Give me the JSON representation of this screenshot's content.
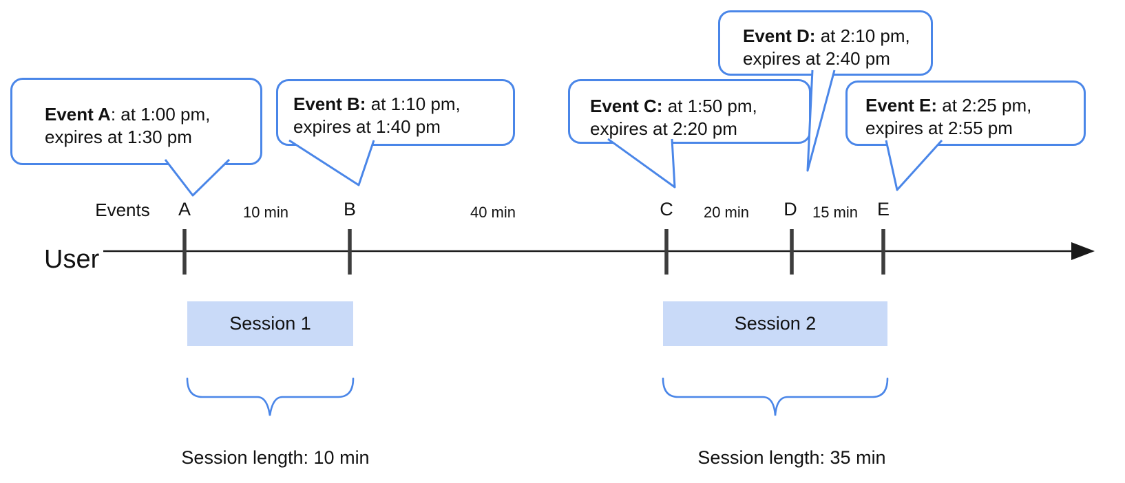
{
  "bubbles": [
    {
      "event": "A",
      "bold": "Event A",
      "rest": ": at 1:00 pm,",
      "line2": "expires at 1:30 pm"
    },
    {
      "event": "B",
      "bold": "Event B:",
      "rest": " at 1:10 pm,",
      "line2": "expires at 1:40 pm"
    },
    {
      "event": "C",
      "bold": "Event C:",
      "rest": " at 1:50 pm,",
      "line2": "expires at 2:20 pm"
    },
    {
      "event": "D",
      "bold": "Event D:",
      "rest": " at 2:10 pm,",
      "line2": "expires at 2:40 pm"
    },
    {
      "event": "E",
      "bold": "Event E:",
      "rest": " at 2:25 pm,",
      "line2": "expires at 2:55 pm"
    }
  ],
  "timeline": {
    "events_label": "Events",
    "user_label": "User",
    "ticks": [
      {
        "label": "A"
      },
      {
        "label": "B"
      },
      {
        "label": "C"
      },
      {
        "label": "D"
      },
      {
        "label": "E"
      }
    ],
    "intervals": [
      {
        "label": "10 min"
      },
      {
        "label": "40 min"
      },
      {
        "label": "20 min"
      },
      {
        "label": "15 min"
      }
    ]
  },
  "sessions": [
    {
      "label": "Session 1",
      "length_label": "Session length: 10 min"
    },
    {
      "label": "Session 2",
      "length_label": "Session length: 35 min"
    }
  ],
  "colors": {
    "bubble_border": "#4a86e8",
    "session_fill": "#c9daf8",
    "brace": "#4a86e8",
    "axis": "#1a1a1a",
    "tick": "#3d3d3d",
    "text": "#111111"
  }
}
